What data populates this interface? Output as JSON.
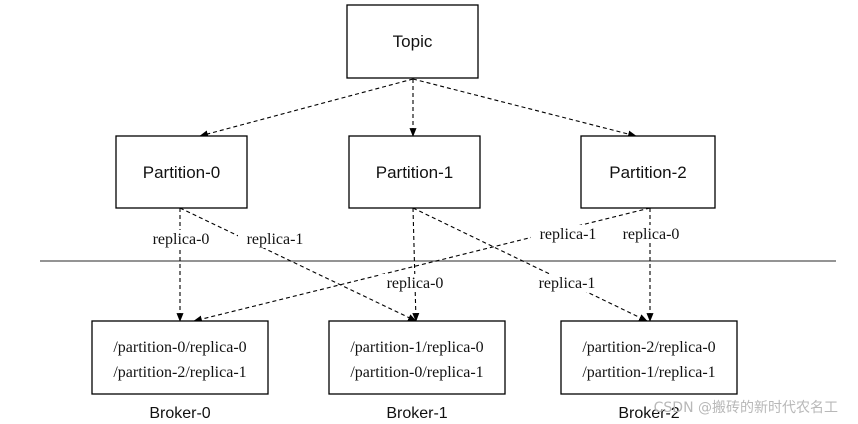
{
  "topic": {
    "label": "Topic"
  },
  "partitions": [
    {
      "id": "p0",
      "label": "Partition-0"
    },
    {
      "id": "p1",
      "label": "Partition-1"
    },
    {
      "id": "p2",
      "label": "Partition-2"
    }
  ],
  "brokers": [
    {
      "id": "b0",
      "label": "Broker-0",
      "lines": [
        "/partition-0/replica-0",
        "/partition-2/replica-1"
      ]
    },
    {
      "id": "b1",
      "label": "Broker-1",
      "lines": [
        "/partition-1/replica-0",
        "/partition-0/replica-1"
      ]
    },
    {
      "id": "b2",
      "label": "Broker-2",
      "lines": [
        "/partition-2/replica-0",
        "/partition-1/replica-1"
      ]
    }
  ],
  "replica_labels": {
    "p0_r0": "replica-0",
    "p0_r1": "replica-1",
    "p1_r0": "replica-0",
    "p1_r1": "replica-1",
    "p2_r1": "replica-1",
    "p2_r0": "replica-0"
  },
  "edges": [
    {
      "from": "topic",
      "to": "p0"
    },
    {
      "from": "topic",
      "to": "p1"
    },
    {
      "from": "topic",
      "to": "p2"
    },
    {
      "from": "p0",
      "to": "b0",
      "label": "p0_r0"
    },
    {
      "from": "p0",
      "to": "b1",
      "label": "p0_r1"
    },
    {
      "from": "p1",
      "to": "b1",
      "label": "p1_r0"
    },
    {
      "from": "p1",
      "to": "b2",
      "label": "p1_r1"
    },
    {
      "from": "p2",
      "to": "b0",
      "label": "p2_r1"
    },
    {
      "from": "p2",
      "to": "b2",
      "label": "p2_r0"
    }
  ],
  "watermark": "CSDN @搬砖的新时代农名工"
}
